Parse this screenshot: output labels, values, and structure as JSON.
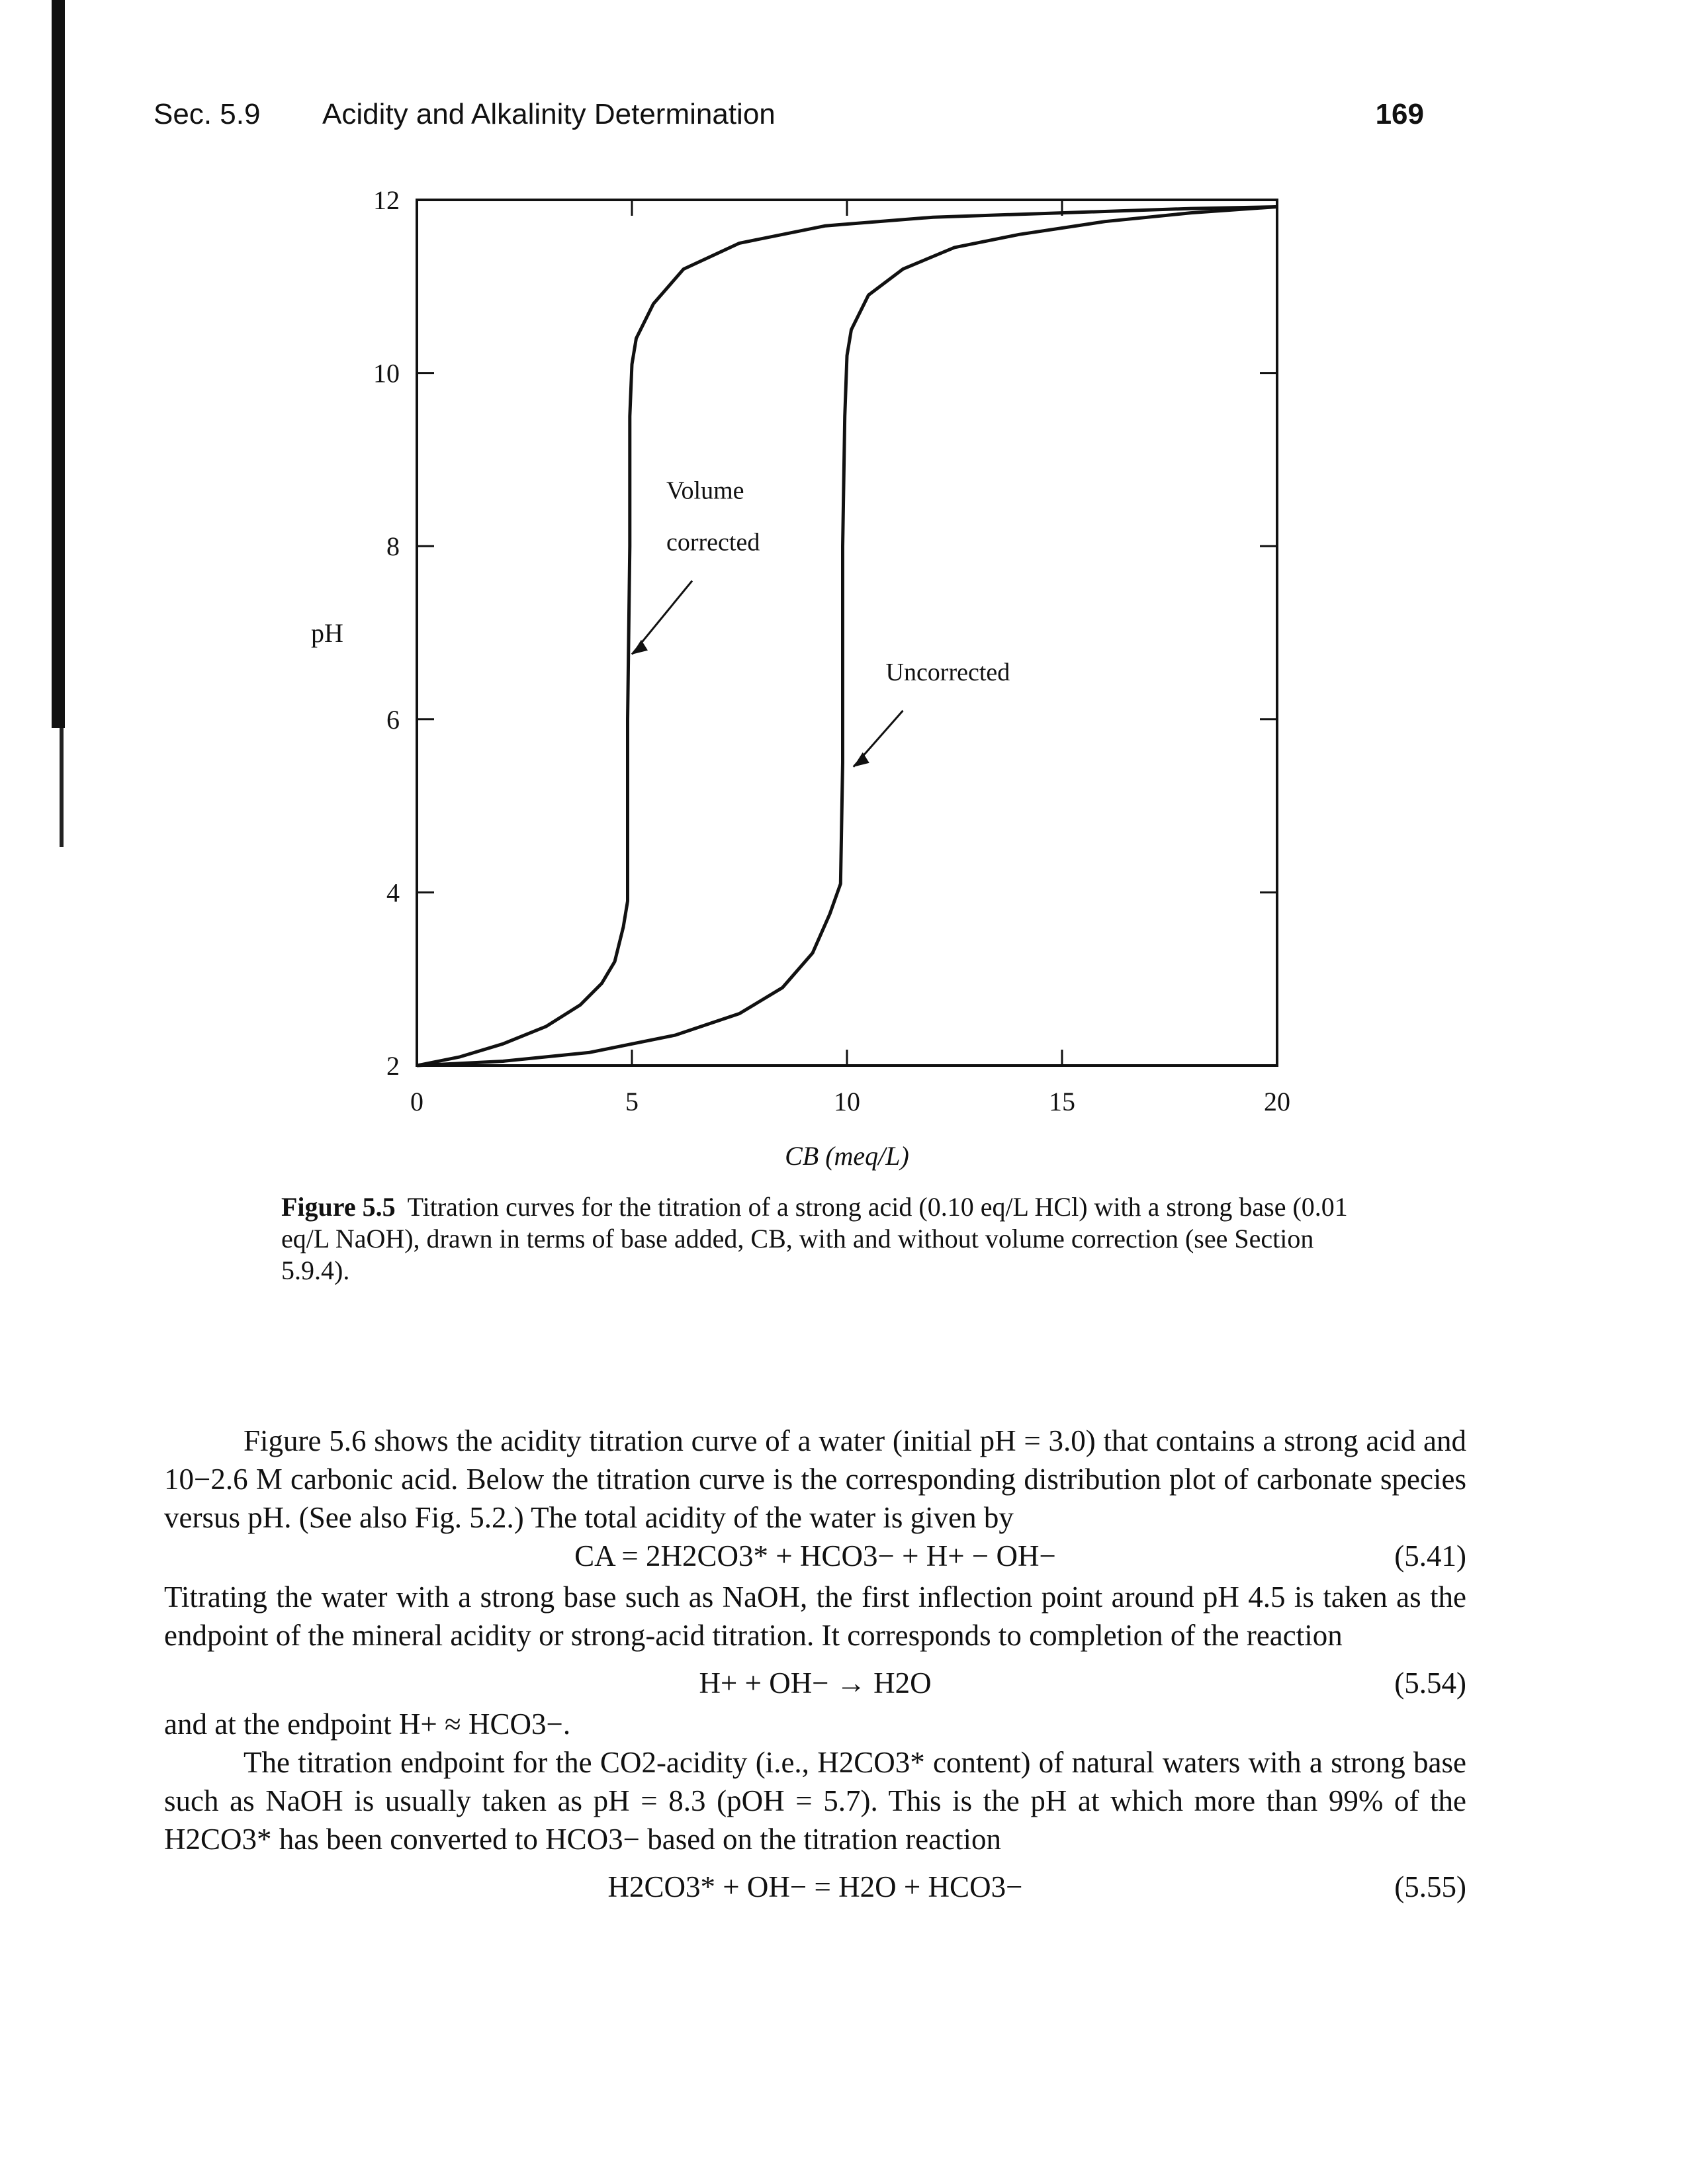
{
  "page_header": {
    "section": "Sec. 5.9",
    "title": "Acidity and Alkalinity Determination",
    "page_number": "169"
  },
  "figure": {
    "label": "Figure 5.5",
    "caption": "Titration curves for the titration of a strong acid (0.10 eq/L HCl) with a strong base (0.01 eq/L NaOH), drawn in terms of base added, CB, with and without volume correction (see Section 5.9.4).",
    "chart_data": {
      "type": "line",
      "xlabel": "CB (meq/L)",
      "ylabel": "pH",
      "xlim": [
        0,
        20
      ],
      "ylim": [
        2,
        12
      ],
      "x_ticks": [
        "0",
        "5",
        "10",
        "15",
        "20"
      ],
      "y_ticks": [
        "2",
        "4",
        "6",
        "8",
        "10",
        "12"
      ],
      "grid": false,
      "series": [
        {
          "name": "Volume corrected",
          "x": [
            0,
            1,
            2,
            3,
            3.8,
            4.3,
            4.6,
            4.8,
            4.9,
            4.9,
            4.95,
            4.95,
            5.0,
            5.1,
            5.5,
            6.2,
            7.5,
            9.5,
            12,
            15,
            18,
            20
          ],
          "y": [
            2.0,
            2.1,
            2.25,
            2.45,
            2.7,
            2.95,
            3.2,
            3.6,
            3.9,
            6.0,
            8.0,
            9.5,
            10.1,
            10.4,
            10.8,
            11.2,
            11.5,
            11.7,
            11.8,
            11.85,
            11.9,
            11.92
          ]
        },
        {
          "name": "Uncorrected",
          "x": [
            0,
            2,
            4,
            6,
            7.5,
            8.5,
            9.2,
            9.6,
            9.85,
            9.9,
            9.9,
            9.95,
            10.0,
            10.1,
            10.5,
            11.3,
            12.5,
            14,
            16,
            18,
            20
          ],
          "y": [
            2.0,
            2.05,
            2.15,
            2.35,
            2.6,
            2.9,
            3.3,
            3.75,
            4.1,
            5.5,
            8.0,
            9.5,
            10.2,
            10.5,
            10.9,
            11.2,
            11.45,
            11.6,
            11.75,
            11.85,
            11.92
          ]
        }
      ],
      "annotations": [
        {
          "text_line1": "Volume",
          "text_line2": "corrected",
          "points_to_series": "Volume corrected"
        },
        {
          "text_line1": "Uncorrected",
          "text_line2": "",
          "points_to_series": "Uncorrected"
        }
      ]
    }
  },
  "text": {
    "para1": "Figure 5.6 shows the acidity titration curve of a water (initial pH = 3.0) that contains a strong acid and 10−2.6 M carbonic acid. Below the titration curve is the corresponding distribution plot of carbonate species versus pH. (See also Fig. 5.2.) The total acidity of the water is given by",
    "eq1": "CA = 2H2CO3* + HCO3− + H+ − OH−",
    "eq1_number": "(5.41)",
    "para2": "Titrating the water with a strong base such as NaOH, the first inflection point around pH 4.5 is taken as the endpoint of the mineral acidity or strong-acid titration. It corresponds to completion of the reaction",
    "eq2": "H+ + OH− → H2O",
    "eq2_number": "(5.54)",
    "para3": "and at the endpoint H+ ≈ HCO3−.",
    "para4": "The titration endpoint for the CO2-acidity (i.e., H2CO3* content) of natural waters with a strong base such as NaOH is usually taken as pH = 8.3 (pOH = 5.7). This is the pH at which more than 99% of the H2CO3* has been converted to HCO3− based on the titration reaction",
    "eq3": "H2CO3* + OH− = H2O + HCO3−",
    "eq3_number": "(5.55)"
  }
}
